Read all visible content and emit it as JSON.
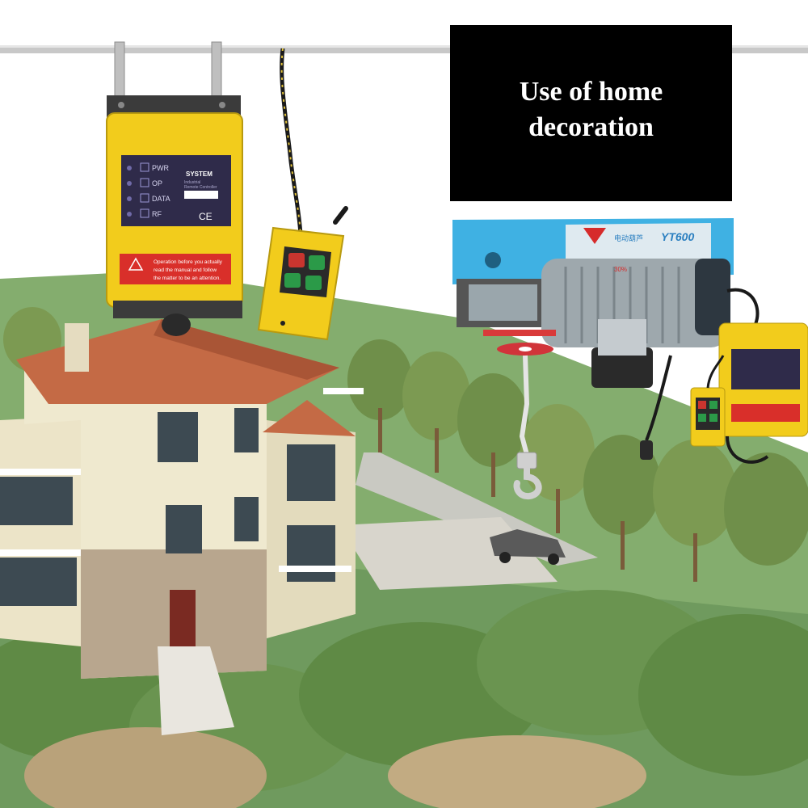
{
  "caption": {
    "line1": "Use of home",
    "line2": "decoration"
  },
  "receiver_panel": {
    "indicators": [
      "PWR",
      "OP",
      "DATA",
      "RF"
    ],
    "brand": "SYSTEM",
    "subtitle_line1": "Industrial",
    "subtitle_line2": "Remote Controller",
    "mark": "CE",
    "warning_line1": "Operation before you actually",
    "warning_line2": "read the manual and follow",
    "warning_line3": "the matter to be an attention."
  },
  "hoist": {
    "model": "YT600",
    "brand_cn": "电动葫芦",
    "percent": "30%"
  },
  "colors": {
    "remote_yellow": "#f2cc1c",
    "panel_purple": "#2f2b4a",
    "hoist_blue": "#3fb1e3",
    "caption_bg": "#000000",
    "caption_text": "#ffffff",
    "grass": "#7fa86a",
    "roof": "#c06a47"
  },
  "icons": [
    "crane-receiver-icon",
    "handheld-remote-icon",
    "electric-hoist-icon",
    "crane-hook-icon",
    "ce-mark-icon",
    "warning-triangle-icon"
  ]
}
